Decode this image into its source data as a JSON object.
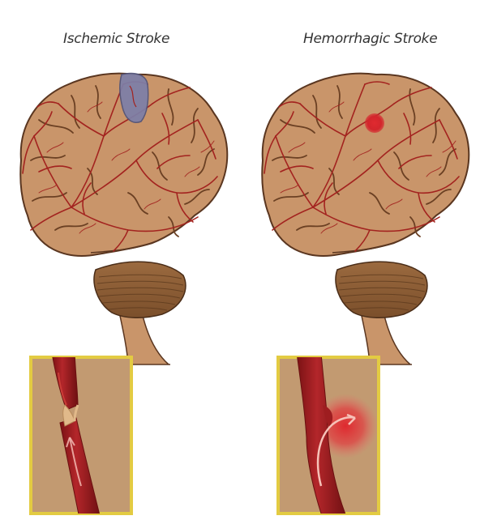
{
  "panels": [
    {
      "title": "Ischemic Stroke",
      "marker": "blockage",
      "marker_color": "#7d7fa8"
    },
    {
      "title": "Hemorrhagic Stroke",
      "marker": "bleed",
      "marker_color": "#d8262e"
    }
  ],
  "colors": {
    "brain": "#c9956a",
    "brain_outline": "#5a3620",
    "cerebellum": "#8e5f36",
    "vessel": "#a3231f",
    "inset_border": "#e3cb42",
    "inset_bg": "#c29a71"
  }
}
